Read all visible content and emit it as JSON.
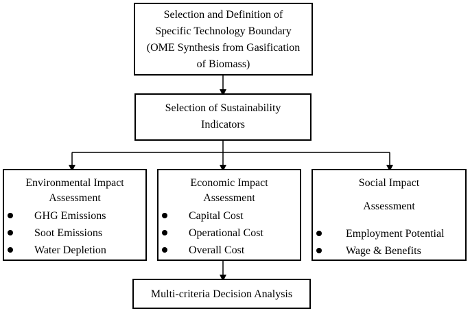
{
  "top_box": {
    "lines": [
      "Selection and Definition of",
      "Specific Technology Boundary",
      "(OME Synthesis from Gasification",
      "of Biomass)"
    ]
  },
  "indicators_box": {
    "lines": [
      "Selection of Sustainability",
      "Indicators"
    ]
  },
  "environmental": {
    "heading": [
      "Environmental Impact",
      "Assessment"
    ],
    "items": [
      "GHG Emissions",
      "Soot Emissions",
      "Water Depletion"
    ]
  },
  "economic": {
    "heading": [
      "Economic Impact",
      "Assessment"
    ],
    "items": [
      "Capital Cost",
      "Operational Cost",
      "Overall Cost"
    ]
  },
  "social": {
    "heading": [
      "Social Impact",
      "Assessment"
    ],
    "items": [
      "Employment Potential",
      "Wage & Benefits"
    ]
  },
  "mcda_box": {
    "label": "Multi-criteria Decision Analysis"
  }
}
